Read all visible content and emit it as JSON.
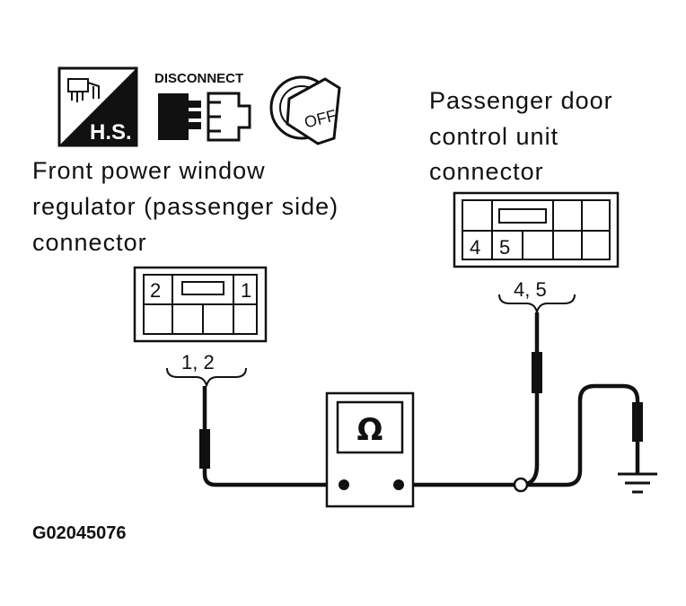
{
  "icons": {
    "hs_label": "H.S.",
    "disconnect_label": "DISCONNECT",
    "key_label": "OFF"
  },
  "labels": {
    "right_connector_line1": "Passenger door",
    "right_connector_line2": "control unit",
    "right_connector_line3": "connector",
    "left_connector_line1": "Front power window",
    "left_connector_line2": "regulator (passenger side)",
    "left_connector_line3": "connector"
  },
  "left_connector": {
    "pin_left": "2",
    "pin_right": "1",
    "terminals_label": "1, 2"
  },
  "right_connector": {
    "pin_a": "4",
    "pin_b": "5",
    "terminals_label": "4, 5"
  },
  "meter": {
    "symbol": "Ω"
  },
  "figure_code": "G02045076"
}
